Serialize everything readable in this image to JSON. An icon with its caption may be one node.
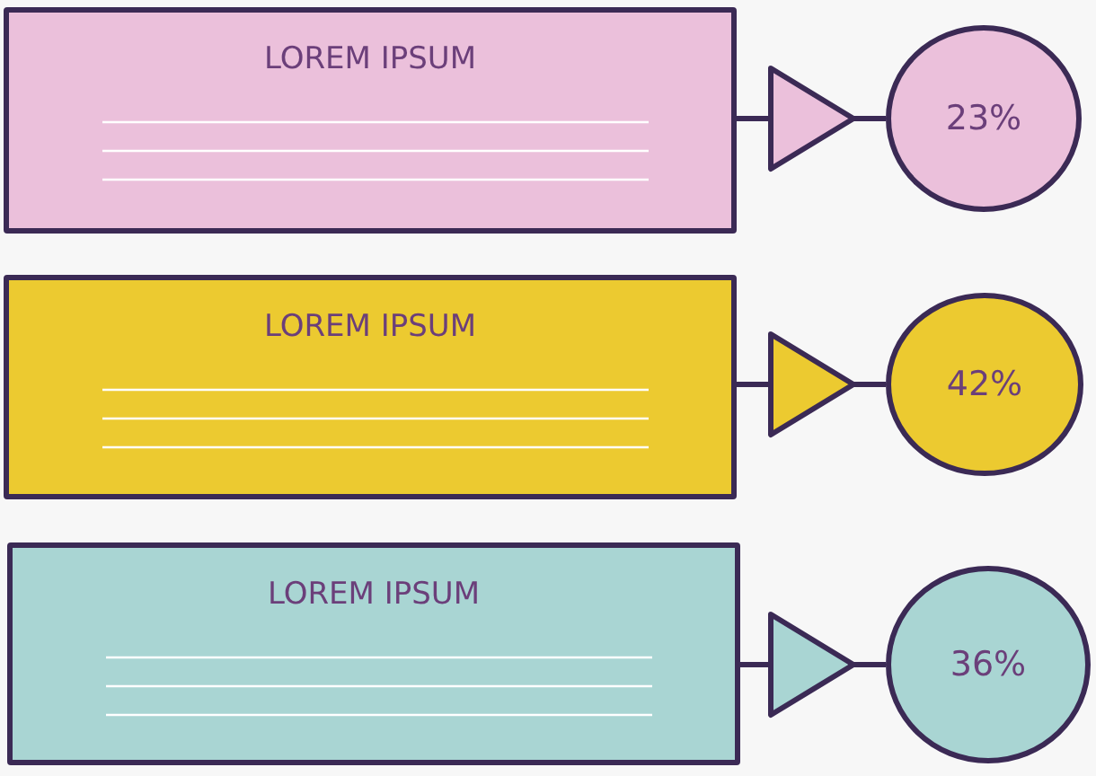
{
  "diagram": {
    "nodes": [
      {
        "text": [
          "LOREM IPSUM"
        ]
      },
      {
        "text": [
          "23%"
        ]
      },
      {
        "text": [
          "LOREM IPSUM"
        ]
      },
      {
        "text": [
          "42%"
        ]
      },
      {
        "text": [
          "LOREM IPSUM"
        ]
      },
      {
        "text": [
          "36%"
        ]
      }
    ],
    "edges": [
      {
        "from": 0,
        "to": 1,
        "arrow": "to"
      },
      {
        "from": 2,
        "to": 3,
        "arrow": "to"
      },
      {
        "from": 4,
        "to": 5,
        "arrow": "to"
      }
    ]
  }
}
